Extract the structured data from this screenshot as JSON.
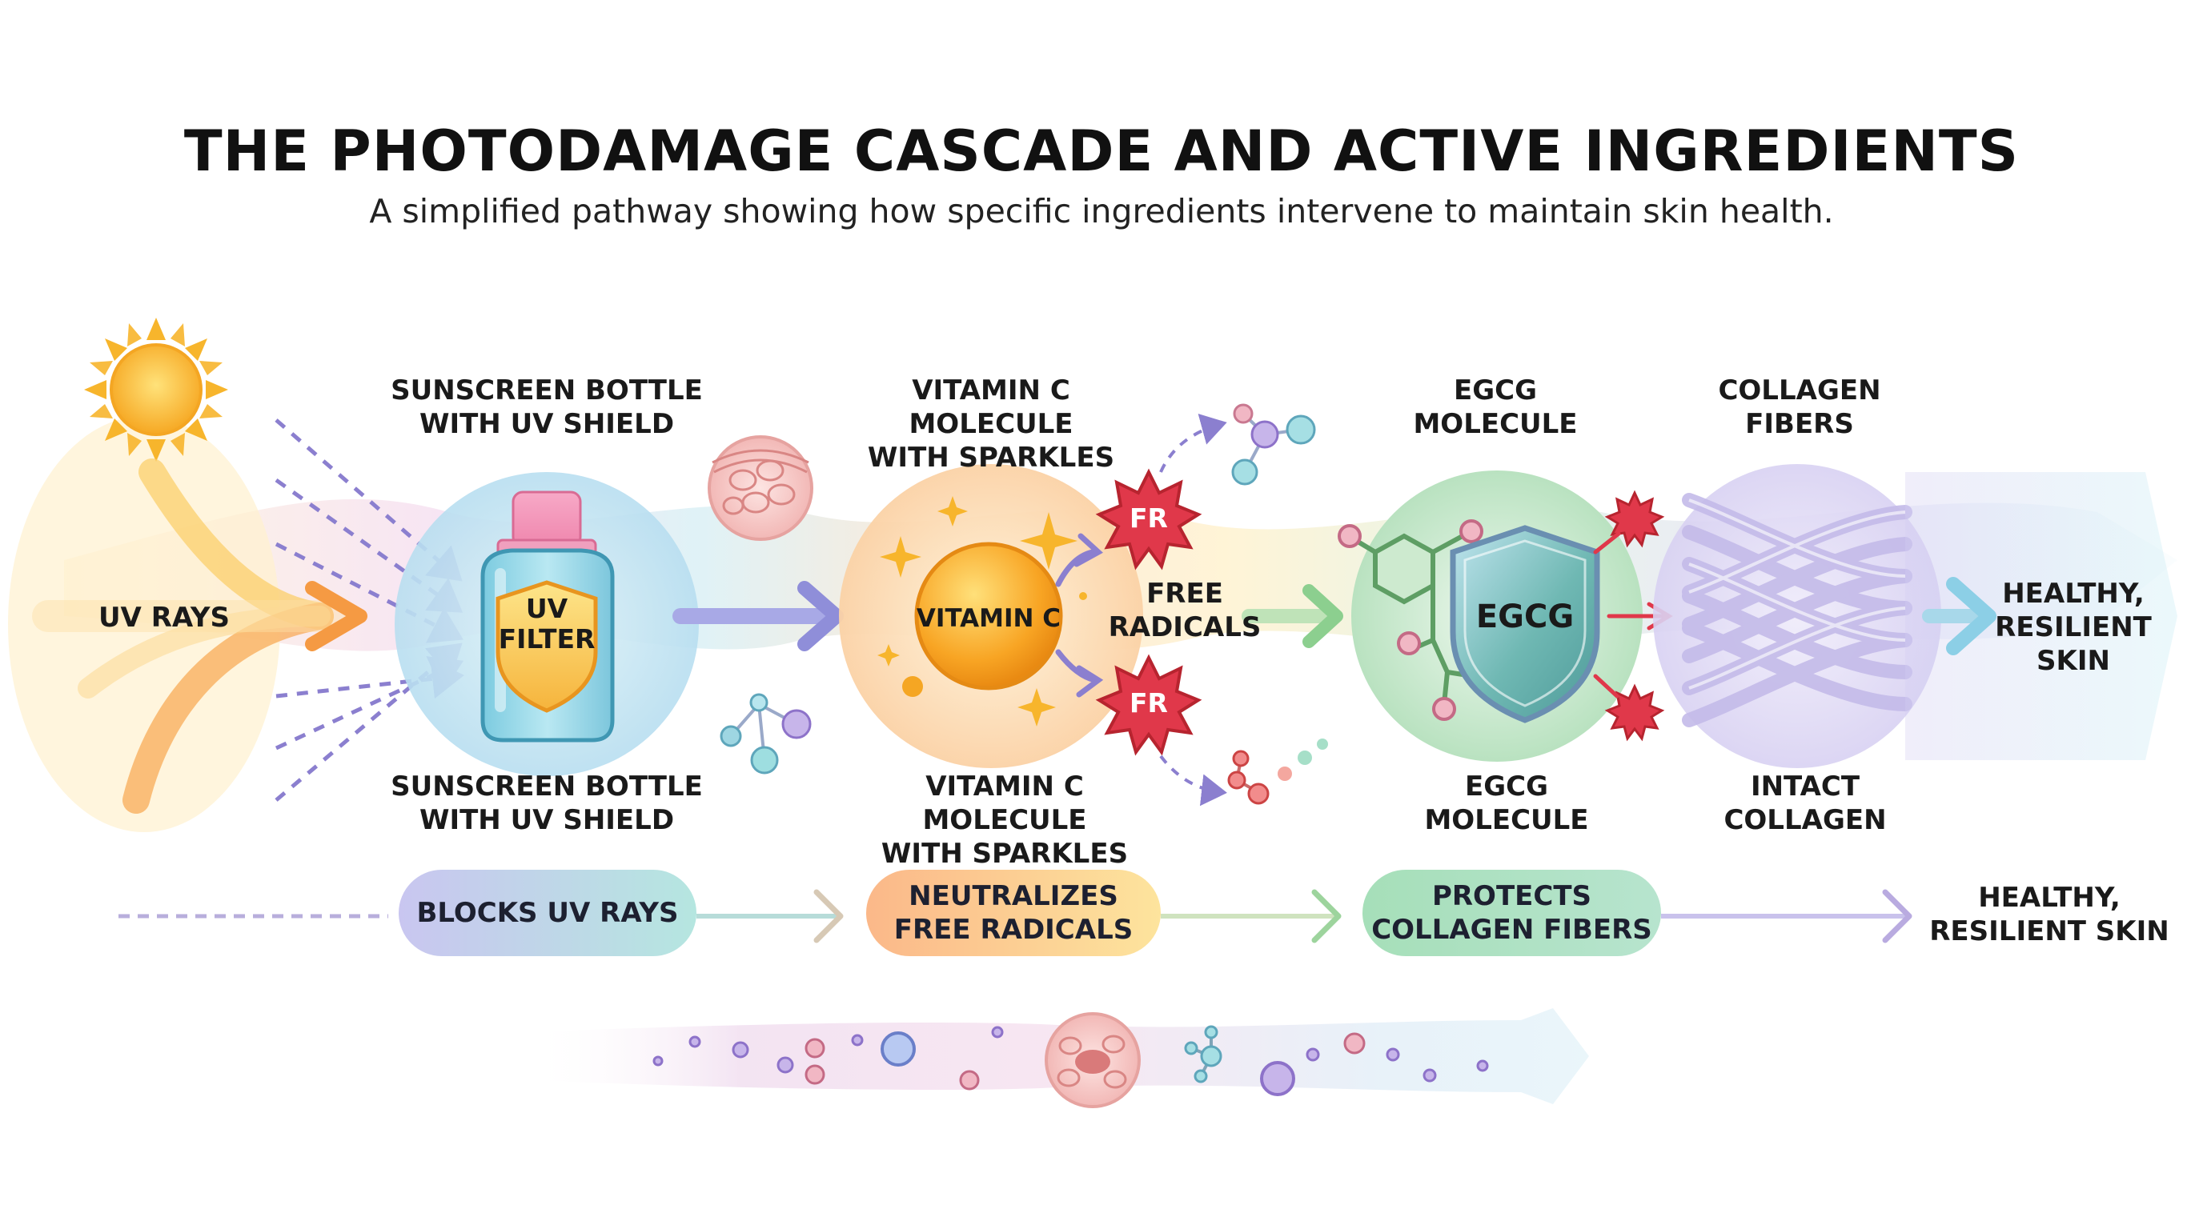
{
  "header": {
    "title": "THE PHOTODAMAGE CASCADE AND ACTIVE INGREDIENTS",
    "subtitle": "A simplified pathway showing how specific ingredients intervene to maintain skin health."
  },
  "pathway": {
    "uv_rays": "UV RAYS",
    "top_labels": {
      "sunscreen": "SUNSCREEN BOTTLE\nWITH UV SHIELD",
      "vitamin_c": "VITAMIN C MOLECULE\nWITH SPARKLES",
      "egcg": "EGCG\nMOLECULE",
      "collagen": "COLLAGEN\nFIBERS"
    },
    "bottom_labels": {
      "sunscreen": "SUNSCREEN BOTTLE\nWITH UV SHIELD",
      "vitamin_c": "VITAMIN C MOLECULE\nWITH SPARKLES",
      "egcg": "EGCG\nMOLECULE",
      "collagen": "INTACT\nCOLLAGEN"
    },
    "bottle_label": "UV\nFILTER",
    "vitamin_c_label": "VITAMIN C",
    "free_radical_badge": "FR",
    "free_radicals_label": "FREE\nRADICALS",
    "egcg_shield_label": "EGCG",
    "outcome": "HEALTHY,\nRESILIENT\nSKIN"
  },
  "actions": {
    "blocks": "BLOCKS UV RAYS",
    "neutralizes": "NEUTRALIZES\nFREE RADICALS",
    "protects": "PROTECTS\nCOLLAGEN FIBERS",
    "result": "HEALTHY,\nRESILIENT SKIN"
  },
  "colors": {
    "sun": "#f7b52c",
    "uv_ray": "#f6a23a",
    "sunscreen_bubble": "#bfe3ee",
    "bottle": "#8fd3e4",
    "vitamin_c": "#f9a826",
    "free_radical": "#e0384a",
    "egcg_bubble": "#bfe6c6",
    "shield": "#6fa9b8",
    "collagen": "#c9c2ec",
    "outcome_arrow": "#8ccfe6"
  },
  "icons": [
    "sun-icon",
    "skin-cell-icon",
    "sunscreen-bottle-icon",
    "uv-shield-icon",
    "vitamin-c-orb-icon",
    "sparkle-icon",
    "free-radical-icon",
    "molecule-icon",
    "egcg-shield-icon",
    "collagen-fiber-icon",
    "arrow-icon"
  ]
}
